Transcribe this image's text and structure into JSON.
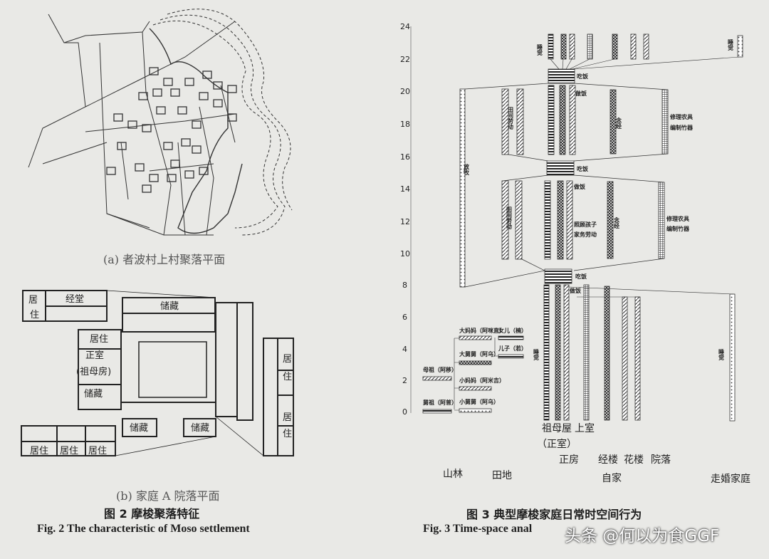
{
  "fig2": {
    "sub_a": "(a) 者波村上村聚落平面",
    "sub_b": "(b) 家庭 A 院落平面",
    "title_cn": "图 2  摩梭聚落特征",
    "title_en": "Fig. 2 The characteristic of Moso settlement",
    "rooms": {
      "juzhu": "居住",
      "ju": "居",
      "zhu": "住",
      "jingtang": "经堂",
      "chucang": "储藏",
      "zhengshi": "正室",
      "zumufang": "(祖母房)"
    }
  },
  "fig3": {
    "title_cn": "图 3  典型摩梭家庭日常时空间行为",
    "title_en": "Fig. 3    Time-space anal",
    "y_ticks": [
      "24",
      "22",
      "20",
      "18",
      "16",
      "14",
      "12",
      "10",
      "8",
      "6",
      "4",
      "2",
      "0"
    ],
    "activities": {
      "sleep": "睡觉",
      "eat": "吃饭",
      "cook": "做饭",
      "herding": "放牧",
      "field_work": "田间劳动",
      "chanting": "念经",
      "repair": "修理农具",
      "weave": "编制竹器",
      "childcare": "照顾孩子",
      "housework": "家务劳动"
    },
    "legend": {
      "mother_ancestor": "母祖（阿移）",
      "uncle_ancestor": "舅祖（阿普）",
      "big_mother": "大妈妈（阿咪直）",
      "big_uncle": "大舅舅（阿乌）",
      "small_mother": "小妈妈（阿米吉）",
      "small_uncle": "小舅舅（阿乌）",
      "daughter": "女儿（楠）",
      "son": "儿子（若）"
    },
    "places": {
      "zumuwu": "祖母屋",
      "shangshi": "上室",
      "zhengshi": "（正室）",
      "zhengfang": "正房",
      "jinglou": "经楼",
      "hualou": "花楼",
      "yuanluo": "院落",
      "shanlin": "山林",
      "tiandi": "田地",
      "zijia": "自家",
      "zouhun": "走婚家庭"
    }
  },
  "watermark": "头条 @何以为食GGF"
}
